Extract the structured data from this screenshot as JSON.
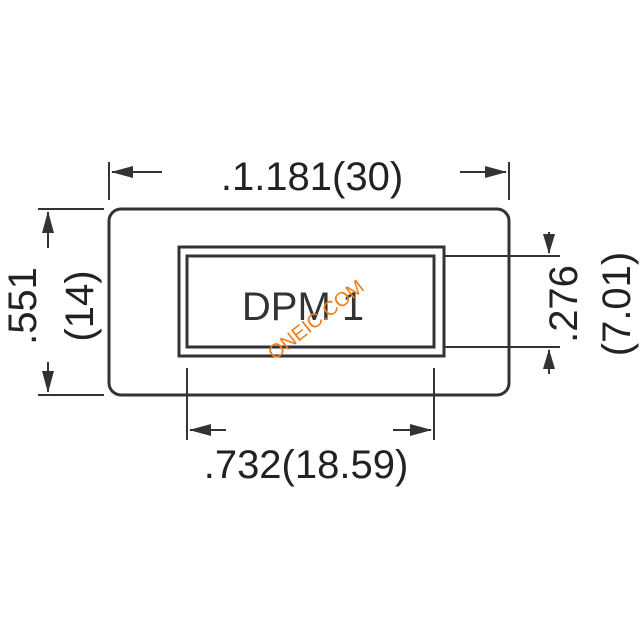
{
  "dimensions": {
    "width": ".1.181(30)",
    "height_in": ".551",
    "height_mm": "(14)",
    "window_height_in": ".276",
    "window_height_mm": "(7.01)",
    "window_width": ".732(18.59)"
  },
  "part_label": "DPM 1",
  "watermark": "ONEIC.COM",
  "colors": {
    "line": "#333333",
    "watermark": "#f07f1a"
  }
}
